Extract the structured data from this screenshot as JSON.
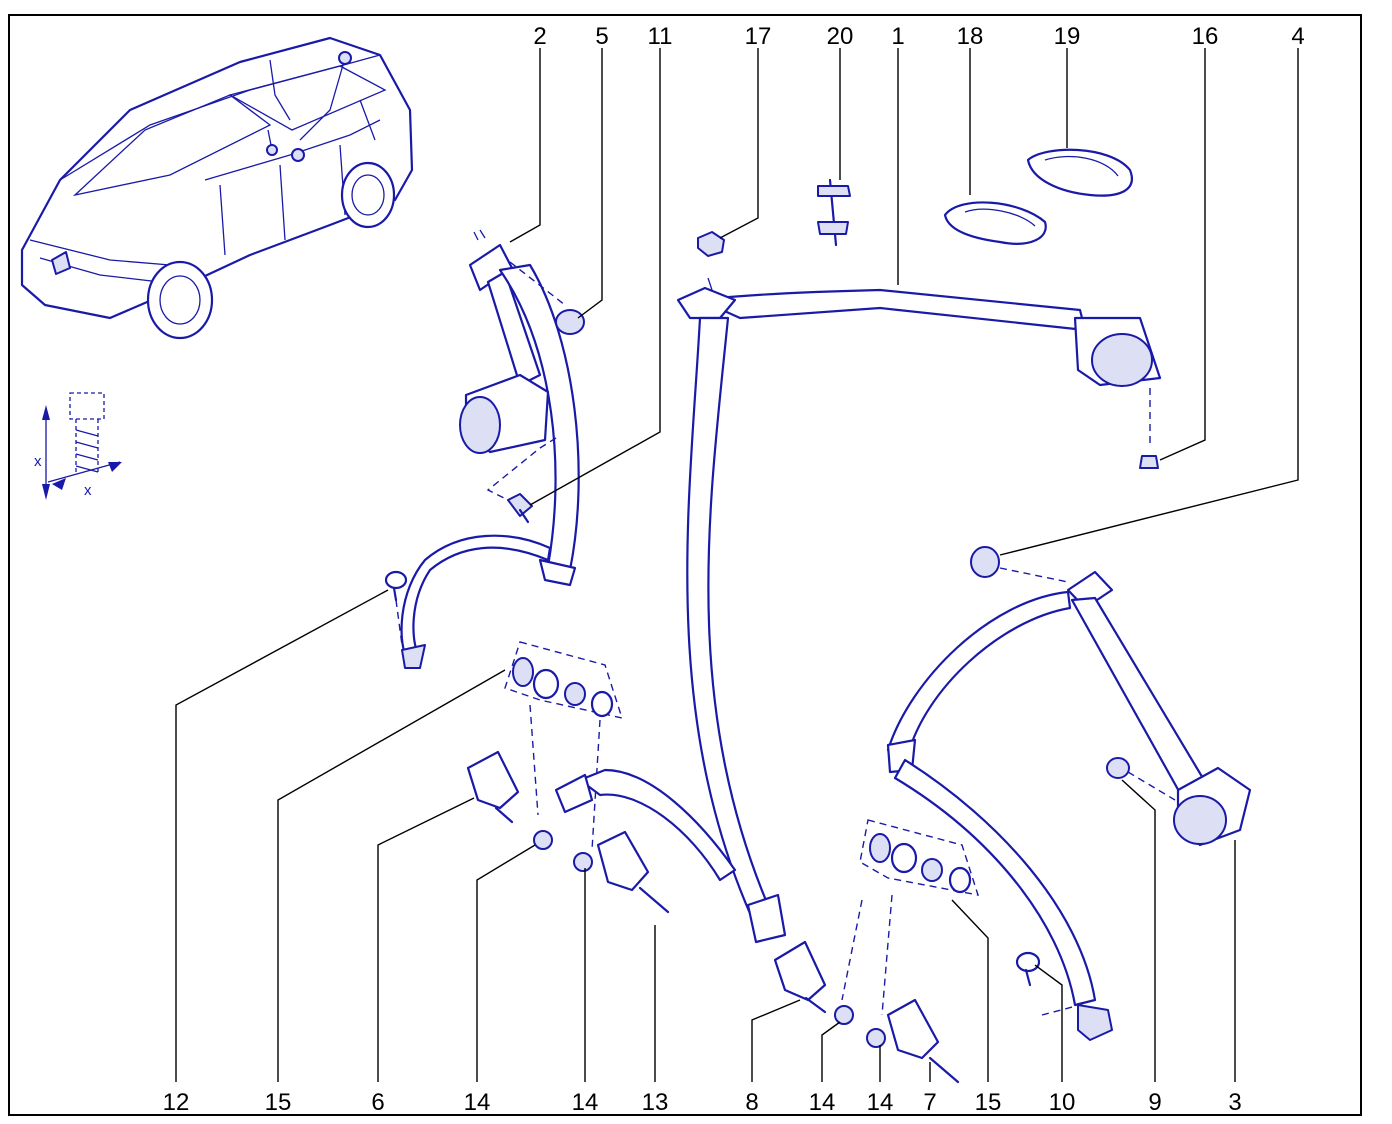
{
  "diagram": {
    "callouts": [
      {
        "id": "c2",
        "text": "2"
      },
      {
        "id": "c5",
        "text": "5"
      },
      {
        "id": "c11",
        "text": "11"
      },
      {
        "id": "c17",
        "text": "17"
      },
      {
        "id": "c20",
        "text": "20"
      },
      {
        "id": "c1",
        "text": "1"
      },
      {
        "id": "c18",
        "text": "18"
      },
      {
        "id": "c19",
        "text": "19"
      },
      {
        "id": "c16",
        "text": "16"
      },
      {
        "id": "c4",
        "text": "4"
      },
      {
        "id": "c12",
        "text": "12"
      },
      {
        "id": "c15a",
        "text": "15"
      },
      {
        "id": "c6",
        "text": "6"
      },
      {
        "id": "c14a",
        "text": "14"
      },
      {
        "id": "c14b",
        "text": "14"
      },
      {
        "id": "c13",
        "text": "13"
      },
      {
        "id": "c8",
        "text": "8"
      },
      {
        "id": "c14c",
        "text": "14"
      },
      {
        "id": "c14d",
        "text": "14"
      },
      {
        "id": "c7",
        "text": "7"
      },
      {
        "id": "c15b",
        "text": "15"
      },
      {
        "id": "c10",
        "text": "10"
      },
      {
        "id": "c9",
        "text": "9"
      },
      {
        "id": "c3",
        "text": "3"
      }
    ],
    "torque_symbol": {
      "dimension_label": "x"
    },
    "colors": {
      "line_art": "#1a1aa8",
      "callout": "#000000",
      "frame": "#000000"
    }
  }
}
